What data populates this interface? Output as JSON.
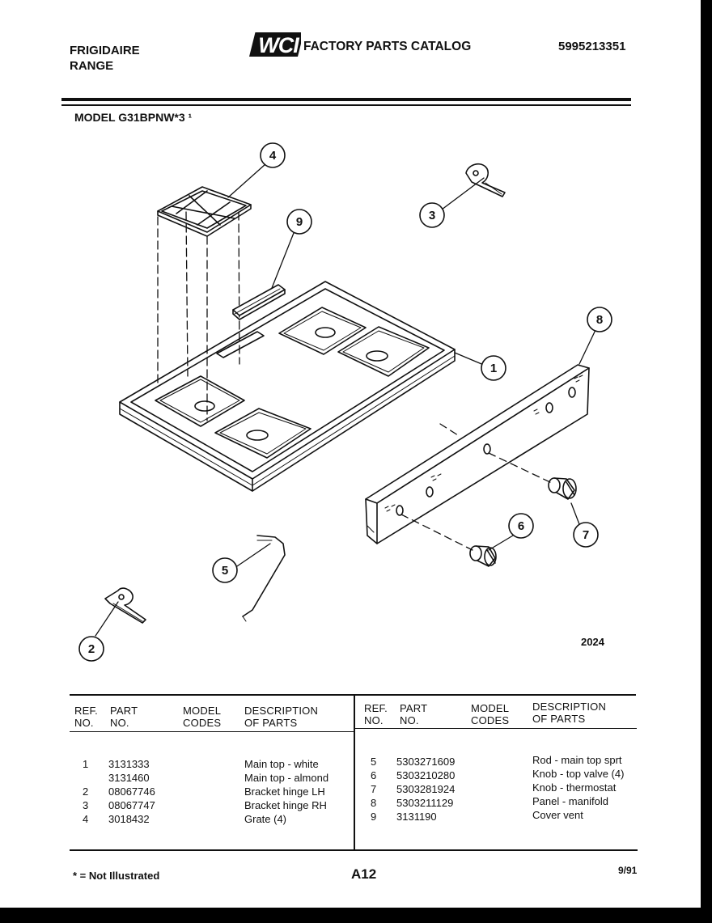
{
  "header": {
    "brand": "FRIGIDAIRE",
    "product": "RANGE",
    "logo_text": "WCI",
    "catalog_title": "FACTORY PARTS CATALOG",
    "catalog_number": "5995213351",
    "model": "MODEL G31BPNW*3 ¹"
  },
  "diagram": {
    "callouts": [
      "1",
      "2",
      "3",
      "4",
      "5",
      "6",
      "7",
      "8",
      "9"
    ],
    "drawing_number": "2024"
  },
  "table": {
    "headers": {
      "ref": [
        "REF.",
        "NO."
      ],
      "part": [
        "PART",
        "NO."
      ],
      "model": [
        "MODEL",
        "CODES"
      ],
      "desc": [
        "DESCRIPTION",
        "OF PARTS"
      ]
    },
    "left_rows": [
      {
        "ref": "1",
        "part": "3131333",
        "desc": "Main top - white"
      },
      {
        "ref": "",
        "part": "3131460",
        "desc": "Main top - almond"
      },
      {
        "ref": "2",
        "part": "08067746",
        "desc": "Bracket hinge LH"
      },
      {
        "ref": "3",
        "part": "08067747",
        "desc": "Bracket hinge RH"
      },
      {
        "ref": "4",
        "part": "3018432",
        "desc": "Grate (4)"
      }
    ],
    "right_rows": [
      {
        "ref": "5",
        "part": "5303271609",
        "desc": "Rod - main top sprt"
      },
      {
        "ref": "6",
        "part": "5303210280",
        "desc": "Knob - top valve (4)"
      },
      {
        "ref": "7",
        "part": "5303281924",
        "desc": "Knob - thermostat"
      },
      {
        "ref": "8",
        "part": "5303211129",
        "desc": "Panel - manifold"
      },
      {
        "ref": "9",
        "part": "3131190",
        "desc": "Cover vent"
      }
    ]
  },
  "footer": {
    "note": "* = Not Illustrated",
    "page": "A12",
    "date": "9/91"
  }
}
